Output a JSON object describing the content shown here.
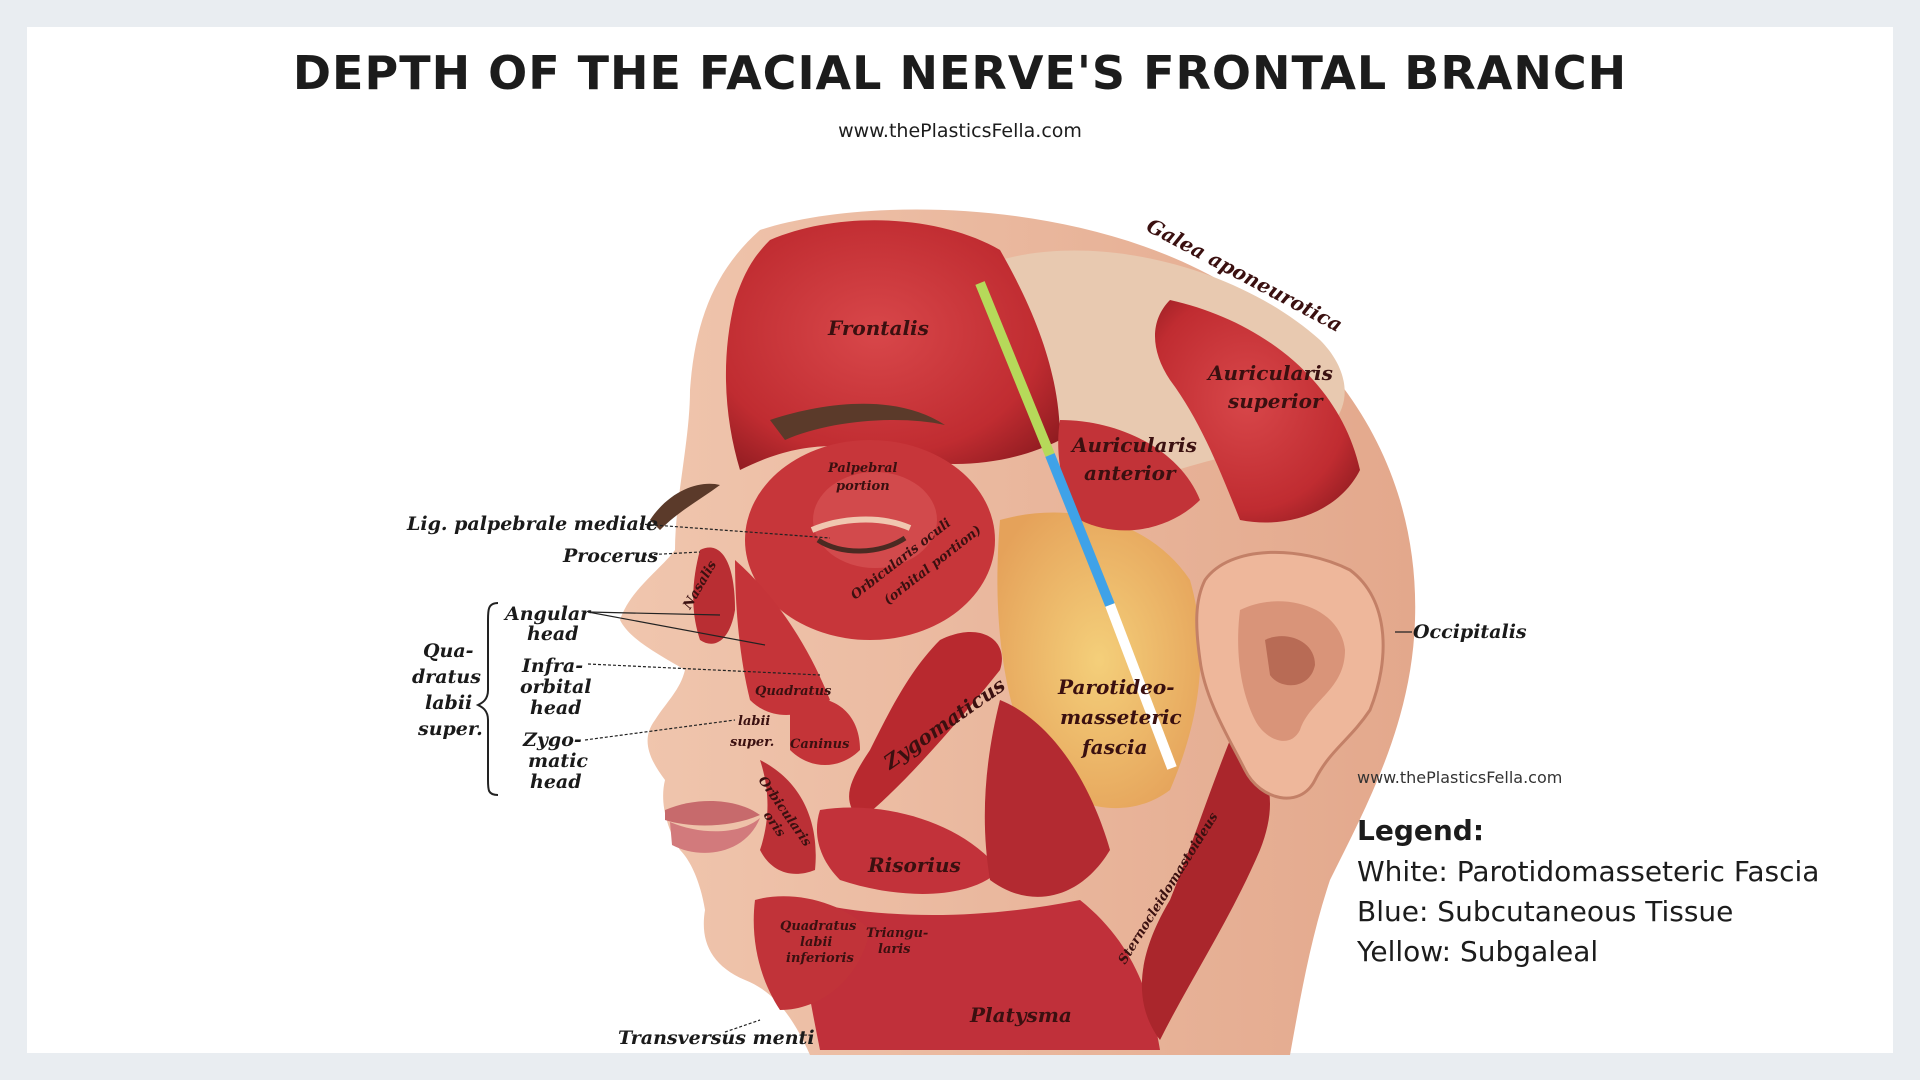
{
  "title": "DEPTH OF THE FACIAL NERVE'S FRONTAL BRANCH",
  "site_top": "www.thePlasticsFella.com",
  "site_right": "www.thePlasticsFella.com",
  "legend": {
    "title": "Legend:",
    "items": [
      "White: Parotidomasseteric Fascia",
      "Blue: Subcutaneous Tissue",
      "Yellow: Subgaleal"
    ]
  },
  "depth_line_colors": {
    "subgaleal": "#b6d95a",
    "subcutaneous": "#3fa2e8",
    "parotidomasseteric": "#ffffff"
  },
  "muscle_labels": {
    "galea": "Galea aponeurotica",
    "frontalis": "Frontalis",
    "auricularis_superior_1": "Auricularis",
    "auricularis_superior_2": "superior",
    "auricularis_anterior_1": "Auricularis",
    "auricularis_anterior_2": "anterior",
    "palpebral_1": "Palpebral",
    "palpebral_2": "portion",
    "orbicularis_1": "Orbicularis oculi",
    "orbicularis_2": "(orbital portion)",
    "nasalis": "Nasalis",
    "parotideo_1": "Parotideo-",
    "parotideo_2": "masseteric",
    "parotideo_3": "fascia",
    "quadratus": "Quadratus",
    "labii_1": "labii",
    "labii_2": "super.",
    "caninus": "Caninus",
    "zygomaticus": "Zygomaticus",
    "orbicularis_oris_1": "Orbicularis",
    "orbicularis_oris_2": "oris",
    "risorius": "Risorius",
    "quadratus_inf_1": "Quadratus",
    "quadratus_inf_2": "labii",
    "quadratus_inf_3": "inferioris",
    "triangularis_1": "Triangu-",
    "triangularis_2": "laris",
    "platysma": "Platysma",
    "sternocleido": "Sternocleidomastoideus"
  },
  "outer_labels": {
    "lig": "Lig. palpebrale  mediale",
    "procerus": "Procerus",
    "angular_1": "Angular",
    "angular_2": "head",
    "infra_1": "Infra-",
    "infra_2": "orbital",
    "infra_3": "head",
    "zygo_1": "Zygo-",
    "zygo_2": "matic",
    "zygo_3": "head",
    "qua_1": "Qua-",
    "qua_2": "dratus",
    "qua_3": "labii",
    "qua_4": "super.",
    "occipitalis": "Occipitalis",
    "transversus": "Transversus  menti"
  }
}
